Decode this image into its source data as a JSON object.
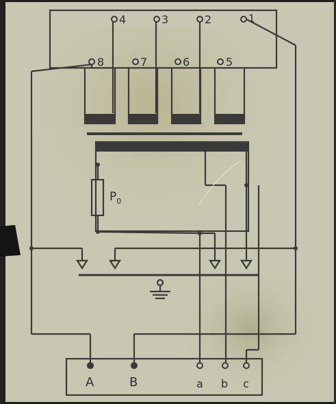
{
  "colors": {
    "plate": "#c9c9b0",
    "plate_stain": "#b8b48e",
    "ink": "#3a3a3a",
    "frame": "#202020"
  },
  "top_terminals": {
    "upper_row": [
      "4",
      "3",
      "2",
      "1"
    ],
    "lower_row": [
      "8",
      "7",
      "6",
      "5"
    ]
  },
  "resistor": {
    "label": "P",
    "subscript": "0"
  },
  "ground_icon": "ground-icon",
  "bottom_terminals": [
    "A",
    "B",
    "a",
    "b",
    "c"
  ]
}
